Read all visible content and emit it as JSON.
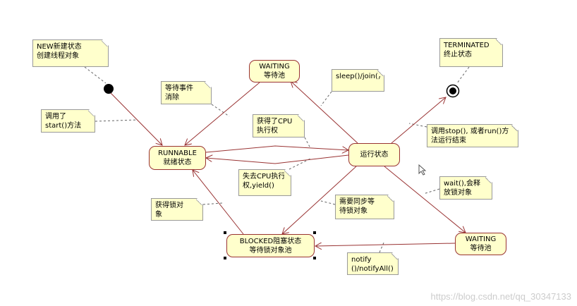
{
  "states": {
    "waiting_top": [
      "WAITING",
      "等待池"
    ],
    "runnable": [
      "RUNNABLE",
      "就绪状态"
    ],
    "running": [
      "运行状态"
    ],
    "blocked": [
      "BLOCKED阻塞状态",
      "等待锁对象池"
    ],
    "waiting_right": [
      "WAITING",
      "等待池"
    ]
  },
  "notes": {
    "new": [
      "NEW新建状态",
      "创建线程对象"
    ],
    "terminated": [
      "TERMINATED",
      "终止状态"
    ],
    "wait_event": [
      "等待事件",
      "消除"
    ],
    "sleep_join": [
      "sleep()/join()"
    ],
    "start": [
      "调用了",
      "start()方法"
    ],
    "get_cpu": [
      "获得了CPU",
      "执行权"
    ],
    "stop_run": [
      "调用stop(), 或者run()方",
      "法运行结束"
    ],
    "lose_cpu": [
      "失去CPU执行",
      "权,yield()"
    ],
    "wait_release": [
      "wait(),会释",
      "放锁对象"
    ],
    "get_lock": [
      "获得锁对",
      "象"
    ],
    "need_sync": [
      "需要同步等",
      "待锁对象"
    ],
    "notify": [
      "notify",
      "()/notifyAll()"
    ]
  },
  "watermark": "https://blog.csdn.net/qq_30347133",
  "colors": {
    "state_fill": "#ffffcc",
    "state_border": "#993333",
    "transition_line": "#993333",
    "note_fill": "#ffffcc",
    "note_border": "#999999",
    "anchor_line": "#666666"
  }
}
